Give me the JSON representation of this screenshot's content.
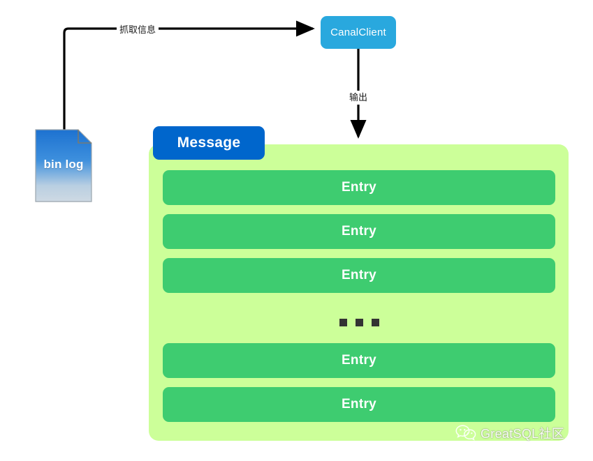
{
  "diagram": {
    "nodes": {
      "binlog": {
        "label": "bin log",
        "icon": "document-icon",
        "gradient_top": "#1d72d0",
        "gradient_bottom": "#ced9e3"
      },
      "canal_client": {
        "label": "CanalClient",
        "color": "#29a8de"
      },
      "message": {
        "badge_label": "Message",
        "badge_color": "#0066cc",
        "panel_color": "#ccff99"
      }
    },
    "edges": [
      {
        "label": "抓取信息",
        "from": "bin log",
        "to": "CanalClient",
        "direction": "right"
      },
      {
        "label": "输出",
        "from": "CanalClient",
        "to": "Message",
        "direction": "down"
      }
    ],
    "entries": [
      {
        "label": "Entry"
      },
      {
        "label": "Entry"
      },
      {
        "label": "Entry"
      },
      {
        "label": "Entry"
      },
      {
        "label": "Entry"
      }
    ],
    "entry_color": "#3ecc70",
    "ellipsis": "• • •"
  },
  "watermark": {
    "text": "GreatSQL社区",
    "icon": "wechat-icon"
  }
}
